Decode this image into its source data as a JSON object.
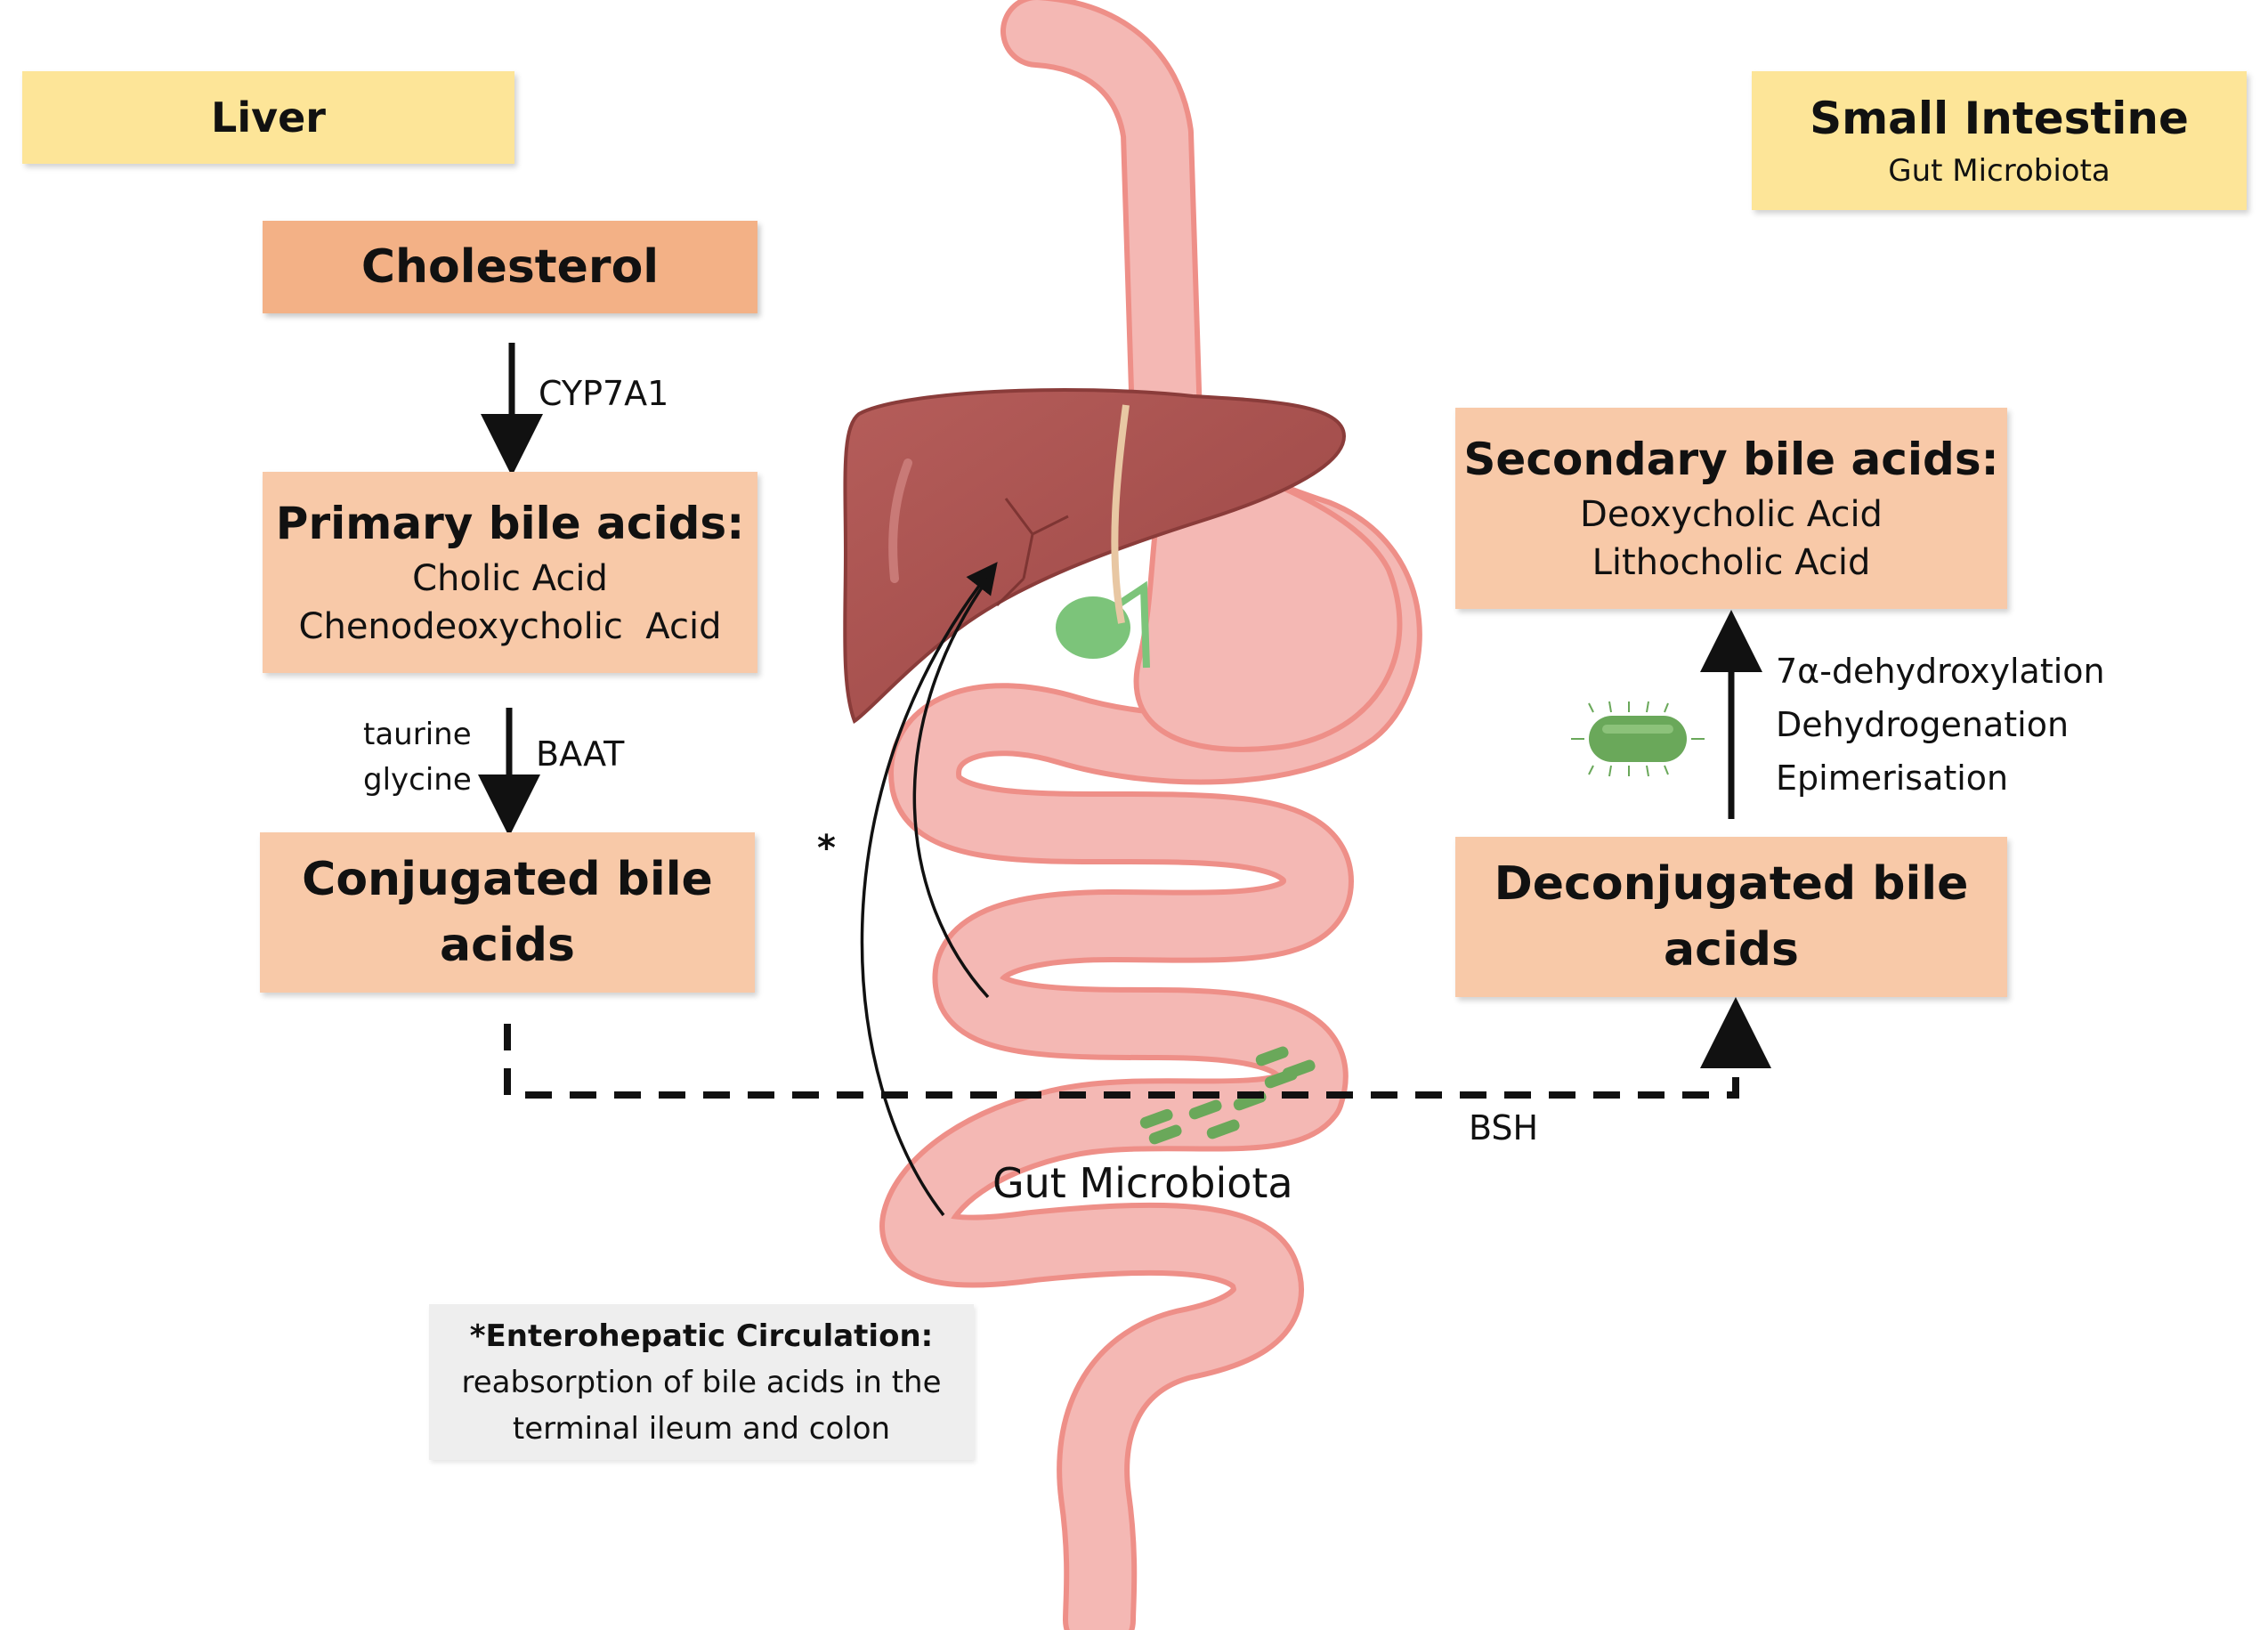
{
  "regions": {
    "liver": {
      "title": "Liver"
    },
    "small_intestine": {
      "title": "Small Intestine",
      "subtitle": "Gut Microbiota"
    }
  },
  "nodes": {
    "cholesterol": {
      "title": "Cholesterol"
    },
    "primary": {
      "title": "Primary bile acids:",
      "items": [
        "Cholic Acid",
        "Chenodeoxycholic  Acid"
      ]
    },
    "conjugated": {
      "line1": "Conjugated bile",
      "line2": "acids"
    },
    "secondary": {
      "title": "Secondary bile acids:",
      "items": [
        "Deoxycholic Acid",
        "Lithocholic Acid"
      ]
    },
    "deconjugated": {
      "line1": "Deconjugated bile",
      "line2": "acids"
    }
  },
  "edges": {
    "cyp7a1": "CYP7A1",
    "baat": "BAAT",
    "baat_cofactors": [
      "taurine",
      "glycine"
    ],
    "bsh": "BSH",
    "microbial_reactions": [
      "7α-dehydroxylation",
      "Dehydrogenation",
      "Epimerisation"
    ],
    "enterohepatic_marker": "*"
  },
  "gut_label": "Gut Microbiota",
  "note": {
    "title": "*Enterohepatic Circulation:",
    "line1": "reabsorption of bile acids in the",
    "line2": "terminal ileum and colon"
  },
  "colors": {
    "region_box": "#fde598",
    "node_box": "#f8c9a8",
    "cholesterol_box": "#f3b186",
    "gut_fill": "#f4b8b4",
    "gut_outline": "#ee8f88",
    "liver_fill": "#a85250",
    "gallbladder": "#7cc47a",
    "bacteria": "#6aa85a"
  },
  "icons": [
    "liver-organ-icon",
    "stomach-intestine-icon",
    "bacterium-icon",
    "gallbladder-icon"
  ]
}
